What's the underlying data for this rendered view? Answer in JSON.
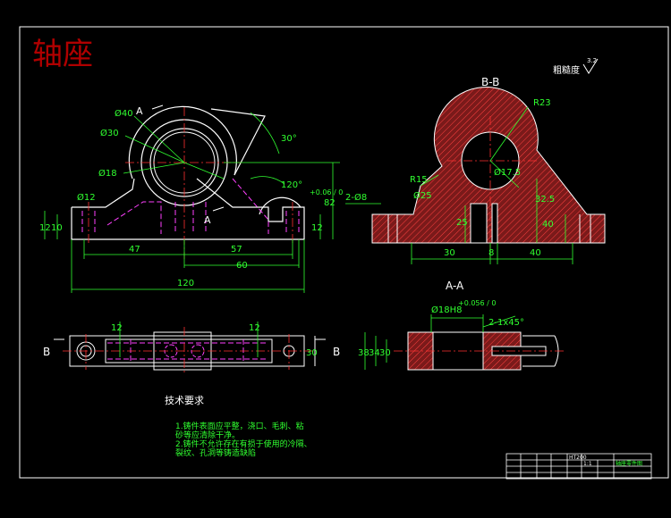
{
  "title": "轴座",
  "views": {
    "section_bb": "B-B",
    "section_aa": "A-A",
    "roughness": "粗糙度",
    "roughness_value": "3.2"
  },
  "dims_front": {
    "d40": "Ø40",
    "d30": "Ø30",
    "d18": "Ø18",
    "d12": "Ø12",
    "h12": "12",
    "h10": "10",
    "h12r": "12",
    "w47": "47",
    "w57": "57",
    "w60": "60",
    "w120": "120",
    "ang30": "30°",
    "ang120": "120°",
    "h82": "82",
    "tol": "+0.06 / 0",
    "a_label": "A",
    "a_label2": "A"
  },
  "dims_bb": {
    "r23": "R23",
    "r15": "R15",
    "hole": "2-Ø8",
    "d25": "Ø25",
    "d17_5": "Ø17.5",
    "h25": "25",
    "h32_5": "32.5",
    "h40": "40",
    "w30": "30",
    "w8": "8",
    "w40": "40"
  },
  "dims_top": {
    "t12a": "12",
    "t12b": "12",
    "t30": "30",
    "b_left": "B",
    "b_right": "B"
  },
  "dims_aa": {
    "fit": "Ø18H8",
    "fit_tol": "+0.056 / 0",
    "chamfer": "2-1x45°",
    "v38": "38",
    "v34": "34",
    "v30": "30"
  },
  "notes": {
    "heading": "技术要求",
    "line1": "1.铸件表面应平整，浇口、毛刺、粘",
    "line2": "砂等应清除干净。",
    "line3": "2.铸件不允许存在有损于使用的冷隔、",
    "line4": "裂纹、孔洞等铸造缺陷"
  },
  "titleblock": {
    "material": "HT200",
    "scale": "1:1",
    "name": "轴座零件图"
  }
}
